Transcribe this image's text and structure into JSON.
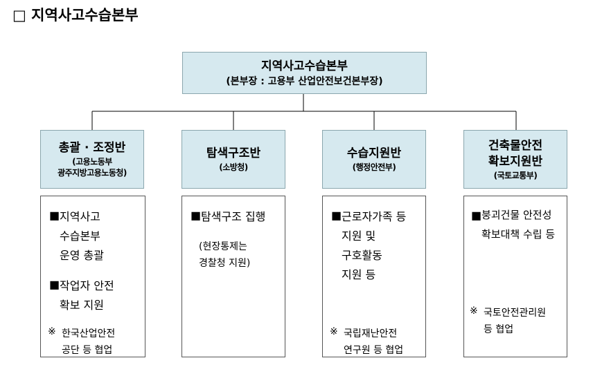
{
  "page_title": "□  지역사고수습본부",
  "headquarters": {
    "name": "지역사고수습본부",
    "head": "(본부장 : 고용부 산업안전보건본부장)"
  },
  "teams": [
    {
      "name_lines": [
        "총괄 · 조정반"
      ],
      "org_lines": [
        "(고용노동부",
        "광주지방고용노동청)"
      ],
      "items": [
        {
          "bullet": "■",
          "lines": [
            "지역사고",
            "수습본부",
            "운영 총괄"
          ]
        },
        {
          "bullet": "■",
          "lines": [
            "작업자 안전",
            "확보 지원"
          ]
        }
      ],
      "note": {
        "mark": "※",
        "lines": [
          "한국산업안전",
          "공단 등 협업"
        ]
      }
    },
    {
      "name_lines": [
        "탐색구조반"
      ],
      "org_lines": [
        "(소방청)"
      ],
      "items": [
        {
          "bullet": "■",
          "lines": [
            "탐색구조 집행"
          ]
        }
      ],
      "note": {
        "mark": "",
        "lines": [
          "(현장통제는",
          "경찰청 지원)"
        ]
      }
    },
    {
      "name_lines": [
        "수습지원반"
      ],
      "org_lines": [
        "(행정안전부)"
      ],
      "items": [
        {
          "bullet": "■",
          "lines": [
            "근로자가족 등",
            "지원 및",
            "구호활동",
            "지원 등"
          ]
        }
      ],
      "note": {
        "mark": "※",
        "lines": [
          "국립재난안전",
          "연구원 등 협업"
        ]
      }
    },
    {
      "name_lines": [
        "건축물안전",
        "확보지원반"
      ],
      "org_lines": [
        "(국토교통부)"
      ],
      "items": [
        {
          "bullet": "■",
          "lines": [
            "붕괴건물 안전성",
            "확보대책 수립 등"
          ]
        }
      ],
      "note": {
        "mark": "※",
        "lines": [
          "국토안전관리원",
          "등 협업"
        ]
      }
    }
  ]
}
